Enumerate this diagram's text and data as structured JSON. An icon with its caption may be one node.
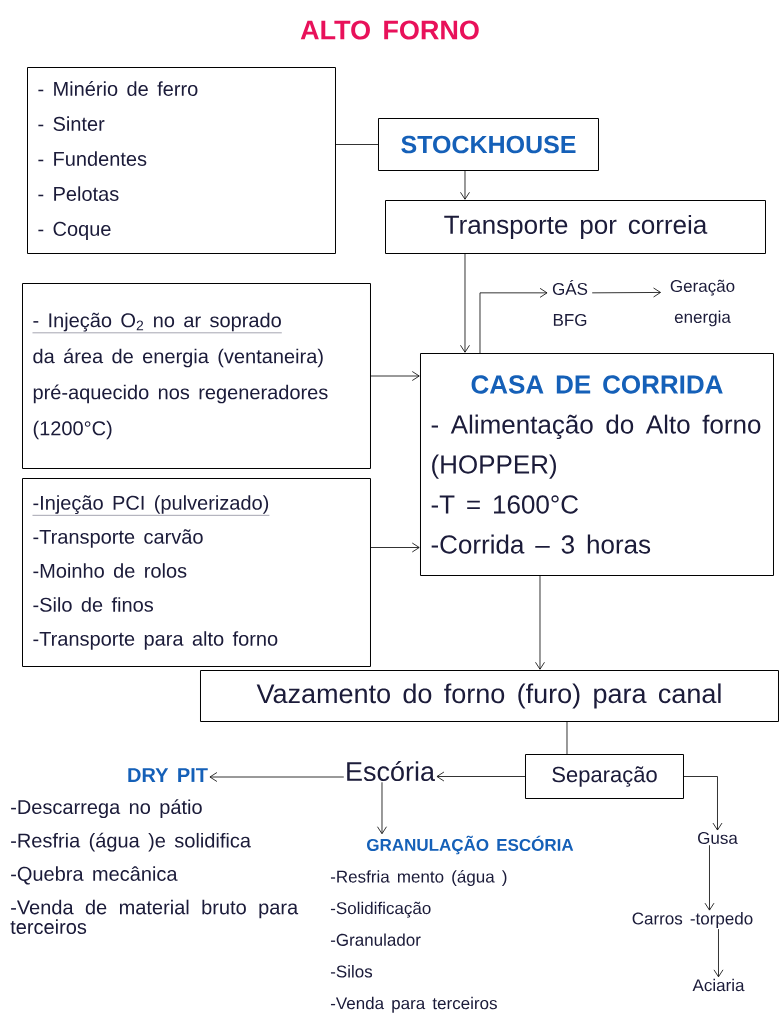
{
  "diagram": {
    "title": "ALTO FORNO",
    "nodes": [
      {
        "text": [
          "- Minério de ferro",
          "- Sinter",
          "- Fundentes",
          "- Pelotas",
          "- Coque"
        ]
      },
      {
        "text": [
          "STOCKHOUSE"
        ]
      },
      {
        "text": [
          "Transporte por correia"
        ]
      },
      {
        "text": [
          "GÁS BFG"
        ]
      },
      {
        "text": [
          "Geração energia"
        ]
      },
      {
        "text": [
          "- Injeção O$_{2}$ no ar soprado",
          "da área de energia (ventaneira) pré-aquecido nos regeneradores (1200°C)"
        ]
      },
      {
        "text": [
          "CASA DE CORRIDA",
          "- Alimentação do Alto forno (HOPPER)",
          "-T = 1600°C",
          "-Corrida – 3 horas"
        ]
      },
      {
        "text": [
          "-Injeção PCI (pulverizado)",
          "-Transporte carvão",
          "-Moinho de rolos",
          "-Silo de finos",
          "-Transporte para alto forno"
        ]
      },
      {
        "text": [
          "Vazamento do forno (furo) para canal"
        ]
      },
      {
        "text": [
          "Separação"
        ]
      },
      {
        "text": [
          "Escória"
        ]
      },
      {
        "text": [
          "DRY PIT"
        ],
        "beside": [
          "-Descarrega no pátio",
          "-Resfria (água )e solidifica",
          "-Quebra mecânica",
          "-Venda de material bruto para terceiros"
        ]
      },
      {
        "text": [
          "GRANULAÇÃO ESCÓRIA"
        ],
        "beside": [
          "-Resfria mento (água )",
          "-Solidificação",
          "-Granulador",
          "-Silos",
          "-Venda para terceiros"
        ]
      },
      {
        "text": [
          "Gusa"
        ]
      },
      {
        "text": [
          "Carros -torpedo"
        ]
      },
      {
        "text": [
          "Aciaria"
        ]
      }
    ],
    "edges": [
      {
        "from": 0,
        "to": 1,
        "arrow": "none"
      },
      {
        "from": 1,
        "to": 2,
        "arrow": "to"
      },
      {
        "from": 2,
        "to": 6,
        "arrow": "to"
      },
      {
        "from": 6,
        "to": 3,
        "arrow": "to"
      },
      {
        "from": 3,
        "to": 4,
        "arrow": "to"
      },
      {
        "from": 5,
        "to": 6,
        "arrow": "to"
      },
      {
        "from": 7,
        "to": 6,
        "arrow": "to"
      },
      {
        "from": 6,
        "to": 8,
        "arrow": "to"
      },
      {
        "from": 8,
        "to": 9,
        "arrow": "none"
      },
      {
        "from": 9,
        "to": 10,
        "arrow": "to"
      },
      {
        "from": 10,
        "to": 11,
        "arrow": "to"
      },
      {
        "from": 10,
        "to": 12,
        "arrow": "to"
      },
      {
        "from": 9,
        "to": 13,
        "arrow": "to"
      },
      {
        "from": 13,
        "to": 14,
        "arrow": "to"
      },
      {
        "from": 14,
        "to": 15,
        "arrow": "to"
      }
    ]
  }
}
